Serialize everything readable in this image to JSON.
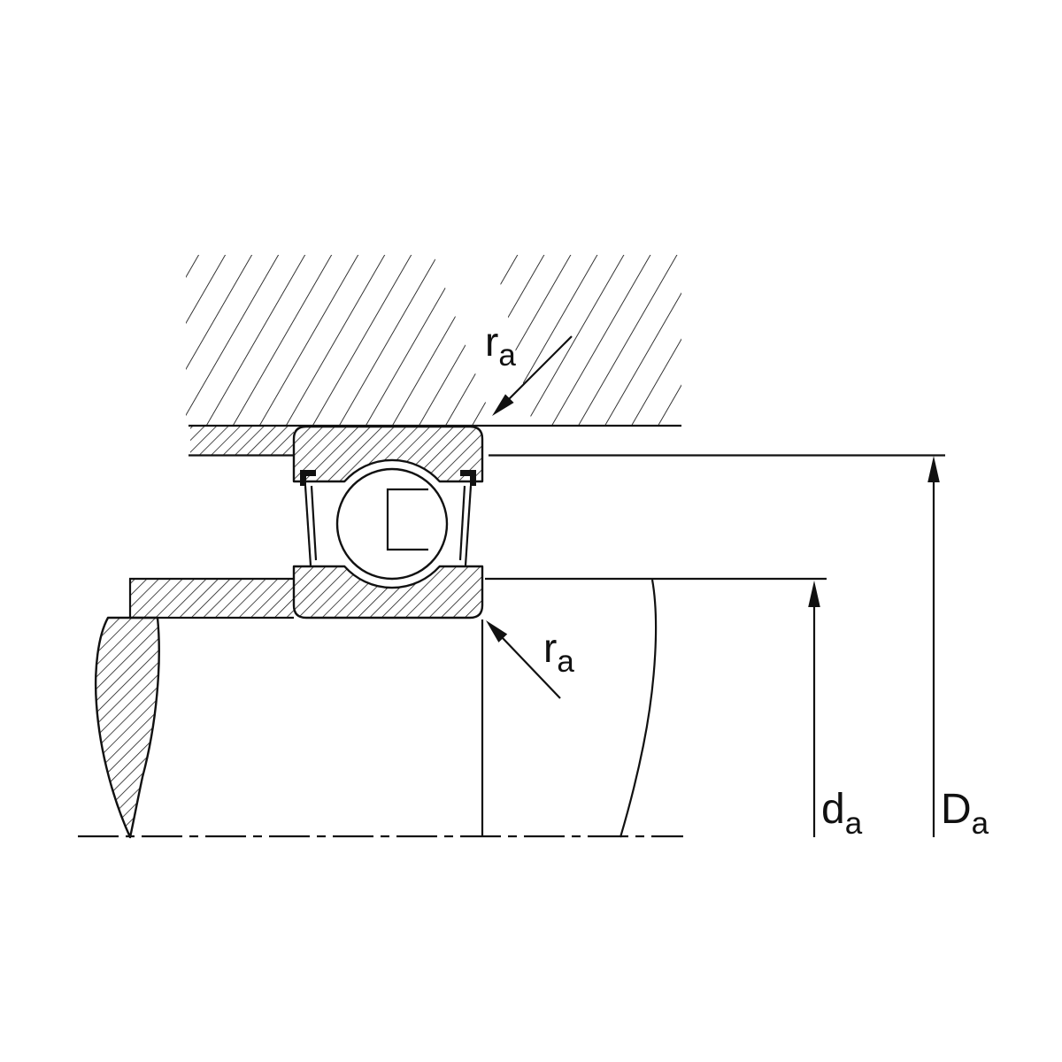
{
  "diagram": {
    "title": "bearing-mounting-section",
    "labels": {
      "ra_top": {
        "main": "r",
        "sub": "a"
      },
      "ra_bottom": {
        "main": "r",
        "sub": "a"
      },
      "da": {
        "main": "d",
        "sub": "a"
      },
      "Da": {
        "main": "D",
        "sub": "a"
      }
    },
    "colors": {
      "ink": "#111111",
      "background": "#ffffff"
    }
  }
}
